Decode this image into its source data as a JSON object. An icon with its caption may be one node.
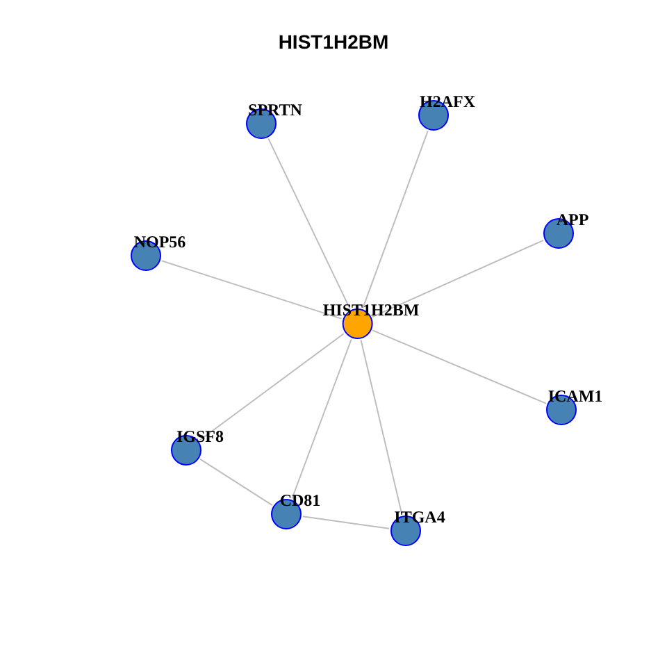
{
  "diagram": {
    "title": "HIST1H2BM",
    "nodes": [
      {
        "text": [
          "SPRTN"
        ]
      },
      {
        "text": [
          "H2AFX"
        ]
      },
      {
        "text": [
          "NOP56"
        ]
      },
      {
        "text": [
          "APP"
        ]
      },
      {
        "text": [
          "HIST1H2BM"
        ]
      },
      {
        "text": [
          "ICAM1"
        ]
      },
      {
        "text": [
          "IGSF8"
        ]
      },
      {
        "text": [
          "CD81"
        ]
      },
      {
        "text": [
          "ITGA4"
        ]
      }
    ],
    "edges": [
      {
        "from": 4,
        "to": 0,
        "arrow": "none"
      },
      {
        "from": 4,
        "to": 1,
        "arrow": "none"
      },
      {
        "from": 4,
        "to": 2,
        "arrow": "none"
      },
      {
        "from": 4,
        "to": 3,
        "arrow": "none"
      },
      {
        "from": 4,
        "to": 5,
        "arrow": "none"
      },
      {
        "from": 4,
        "to": 6,
        "arrow": "none"
      },
      {
        "from": 4,
        "to": 7,
        "arrow": "none"
      },
      {
        "from": 4,
        "to": 8,
        "arrow": "none"
      },
      {
        "from": 6,
        "to": 7,
        "arrow": "none"
      },
      {
        "from": 7,
        "to": 8,
        "arrow": "none"
      }
    ]
  }
}
